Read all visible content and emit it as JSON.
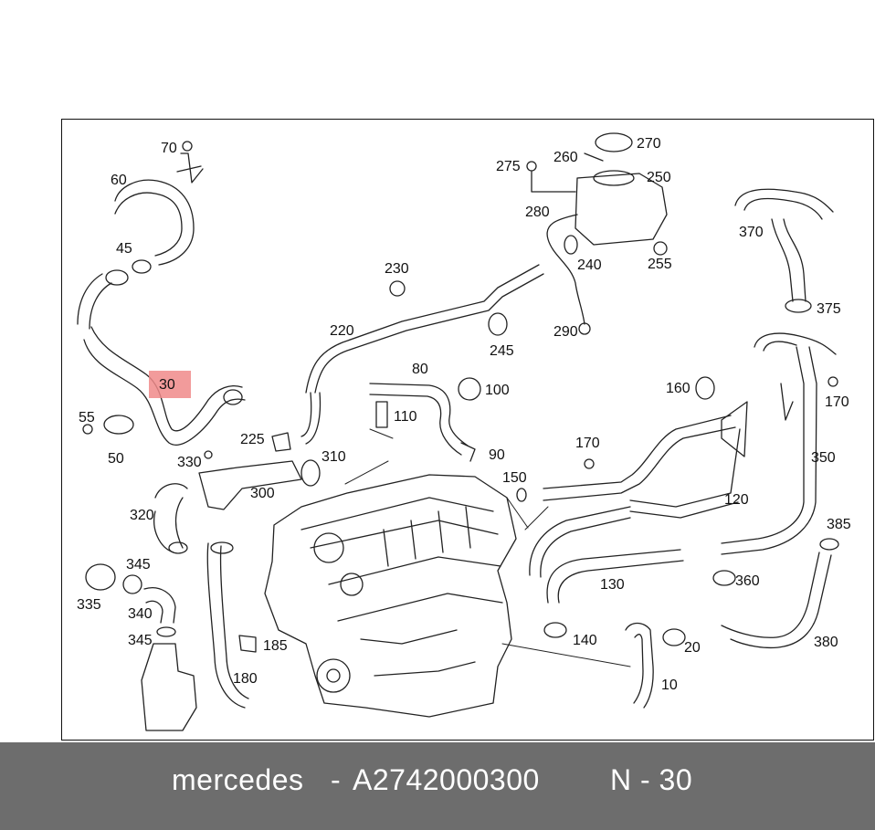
{
  "diagram": {
    "highlighted_part": "30",
    "part_labels": [
      "70",
      "60",
      "45",
      "55",
      "50",
      "30",
      "225",
      "330",
      "310",
      "300",
      "320",
      "345",
      "335",
      "340",
      "345",
      "185",
      "180",
      "275",
      "260",
      "270",
      "250",
      "280",
      "240",
      "255",
      "230",
      "220",
      "245",
      "290",
      "370",
      "375",
      "80",
      "100",
      "110",
      "90",
      "160",
      "170",
      "170",
      "150",
      "120",
      "350",
      "385",
      "360",
      "130",
      "140",
      "20",
      "380",
      "10"
    ]
  },
  "footer": {
    "brand": "mercedes",
    "separator": "-",
    "part_number": "A2742000300",
    "position_ref": "N - 30"
  },
  "colors": {
    "highlight": "#f08a8a",
    "footer_bg": "#6d6d6d",
    "line": "#222222"
  }
}
